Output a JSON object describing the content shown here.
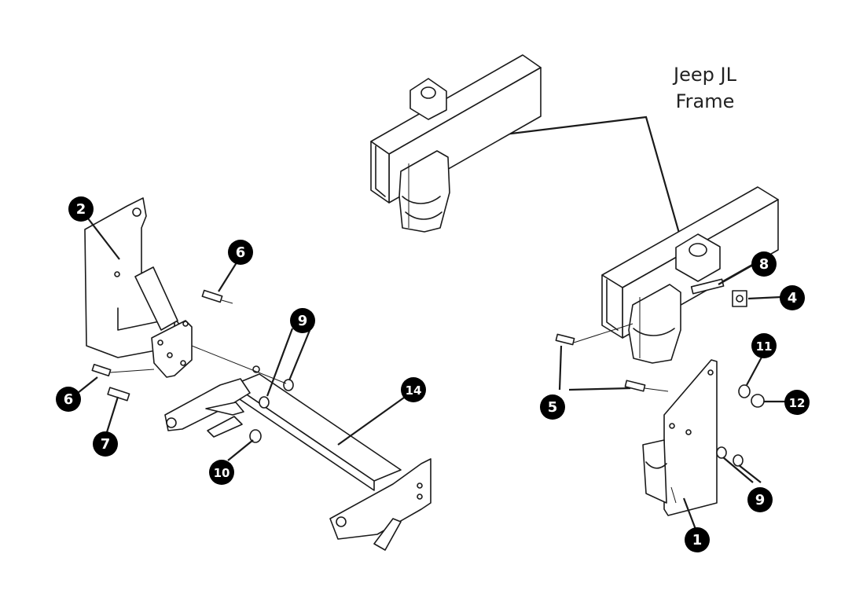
{
  "diagram": {
    "frame_label": [
      "Jeep JL",
      "Frame"
    ],
    "callouts": [
      {
        "id": "c2",
        "label": "2"
      },
      {
        "id": "c6a",
        "label": "6"
      },
      {
        "id": "c9a",
        "label": "9"
      },
      {
        "id": "c6b",
        "label": "6"
      },
      {
        "id": "c7",
        "label": "7"
      },
      {
        "id": "c10",
        "label": "10"
      },
      {
        "id": "c14",
        "label": "14"
      },
      {
        "id": "c8",
        "label": "8"
      },
      {
        "id": "c4",
        "label": "4"
      },
      {
        "id": "c11",
        "label": "11"
      },
      {
        "id": "c12",
        "label": "12"
      },
      {
        "id": "c5",
        "label": "5"
      },
      {
        "id": "c9b",
        "label": "9"
      },
      {
        "id": "c1",
        "label": "1"
      }
    ],
    "colors": {
      "callout_fill": "#000000",
      "callout_text": "#ffffff",
      "line": "#1a1a1a"
    }
  }
}
